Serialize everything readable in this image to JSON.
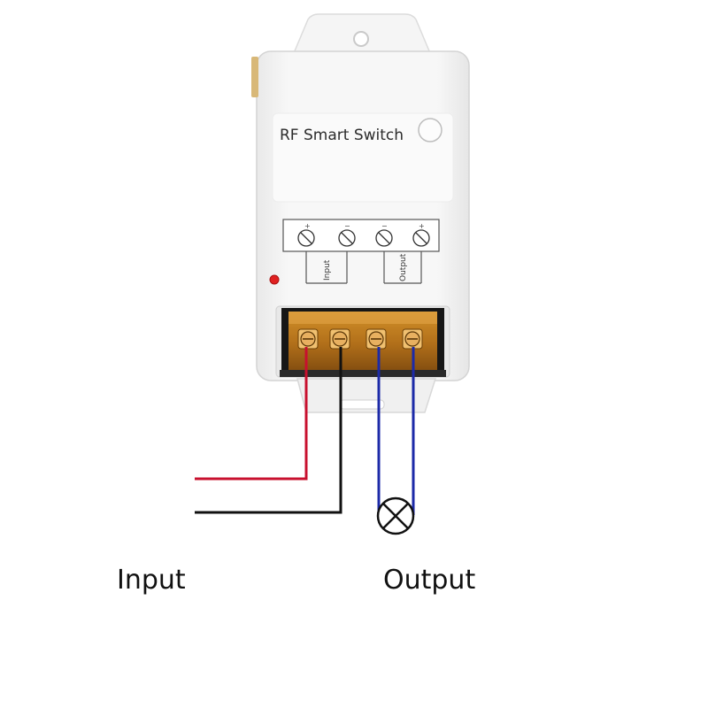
{
  "device": {
    "title": "RF Smart Switch",
    "terminal_labels": {
      "input": "Input",
      "output": "Output"
    },
    "polarity_marks": [
      "+",
      "−",
      "−",
      "+"
    ]
  },
  "captions": {
    "input": "Input",
    "output": "Output"
  },
  "colors": {
    "housing": "#f4f4f4",
    "terminal_cover": "#c8841c",
    "live_wire": "#c8102e",
    "neutral_wire": "#111111",
    "output_wire": "#1c2aa8",
    "indicator_led": "#e02020"
  },
  "icons": [
    "lamp-icon",
    "screw-terminal-icon",
    "indicator-led-icon",
    "pairing-button-icon"
  ]
}
